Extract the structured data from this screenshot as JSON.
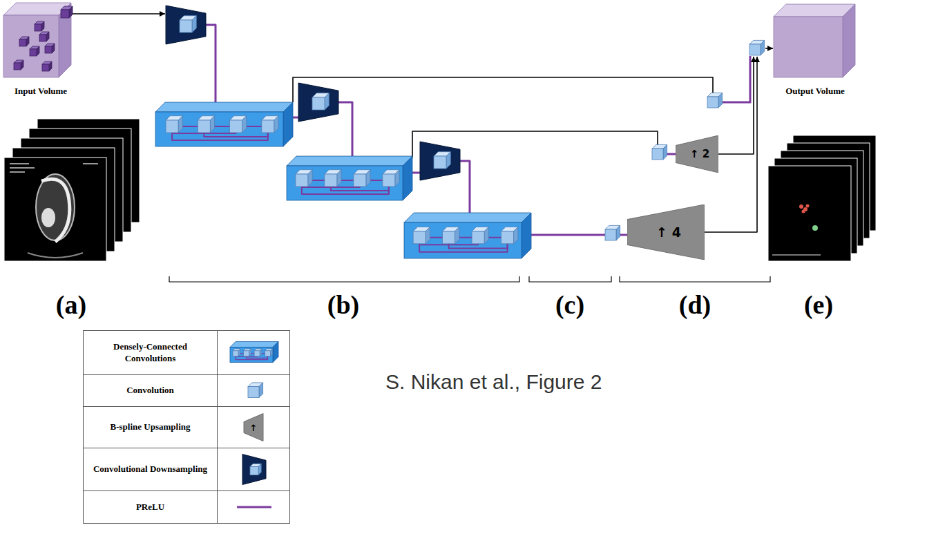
{
  "diagram": {
    "caption": "S. Nikan et al., Figure 2",
    "nodes": [
      {
        "text": [
          "Input Volume"
        ]
      },
      {
        "text": [
          "↑ 2"
        ]
      },
      {
        "text": [
          "↑ 4"
        ]
      },
      {
        "text": [
          "Output Volume"
        ]
      }
    ],
    "labels": [
      "(a)",
      "(b)",
      "(c)",
      "(d)",
      "(e)",
      "↑"
    ],
    "legend": [
      {
        "text": "Densely-Connected Convolutions"
      },
      {
        "text": "Convolution"
      },
      {
        "text": "B-spline Upsampling"
      },
      {
        "text": "Convolutional Downsampling"
      },
      {
        "text": "PReLU"
      }
    ]
  }
}
